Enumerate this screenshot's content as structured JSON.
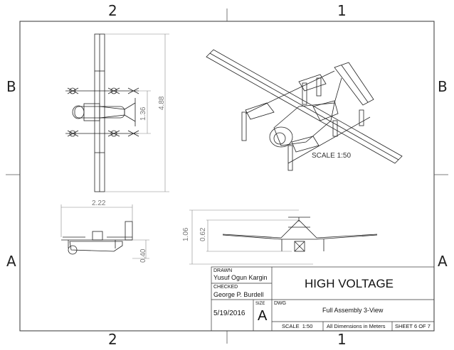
{
  "zones": {
    "top_left": "2",
    "top_right": "1",
    "bottom_left": "2",
    "bottom_right": "1",
    "side_left_upper": "B",
    "side_right_upper": "B",
    "side_left_lower": "A",
    "side_right_lower": "A"
  },
  "dimensions": {
    "top_span": "4.88",
    "top_length": "1.36",
    "side_length": "2.22",
    "side_height": "0.40",
    "front_height_total": "1.06",
    "front_height_mast": "0.62"
  },
  "iso_scale_label": "SCALE 1:50",
  "title_block": {
    "drawn_label": "DRAWN",
    "drawn_name": "Yusuf Ogun Kargin",
    "checked_label": "CHECKED",
    "checked_name": "George P. Burdell",
    "date": "5/19/2016",
    "size_label": "SIZE",
    "size_value": "A",
    "title": "HIGH VOLTAGE",
    "dwg_label": "DWG",
    "dwg_title": "Full Assembly 3-View",
    "scale": "SCALE  1:50",
    "dims_note": "All Dimensions in Meters",
    "sheet": "SHEET 6 OF 7"
  }
}
